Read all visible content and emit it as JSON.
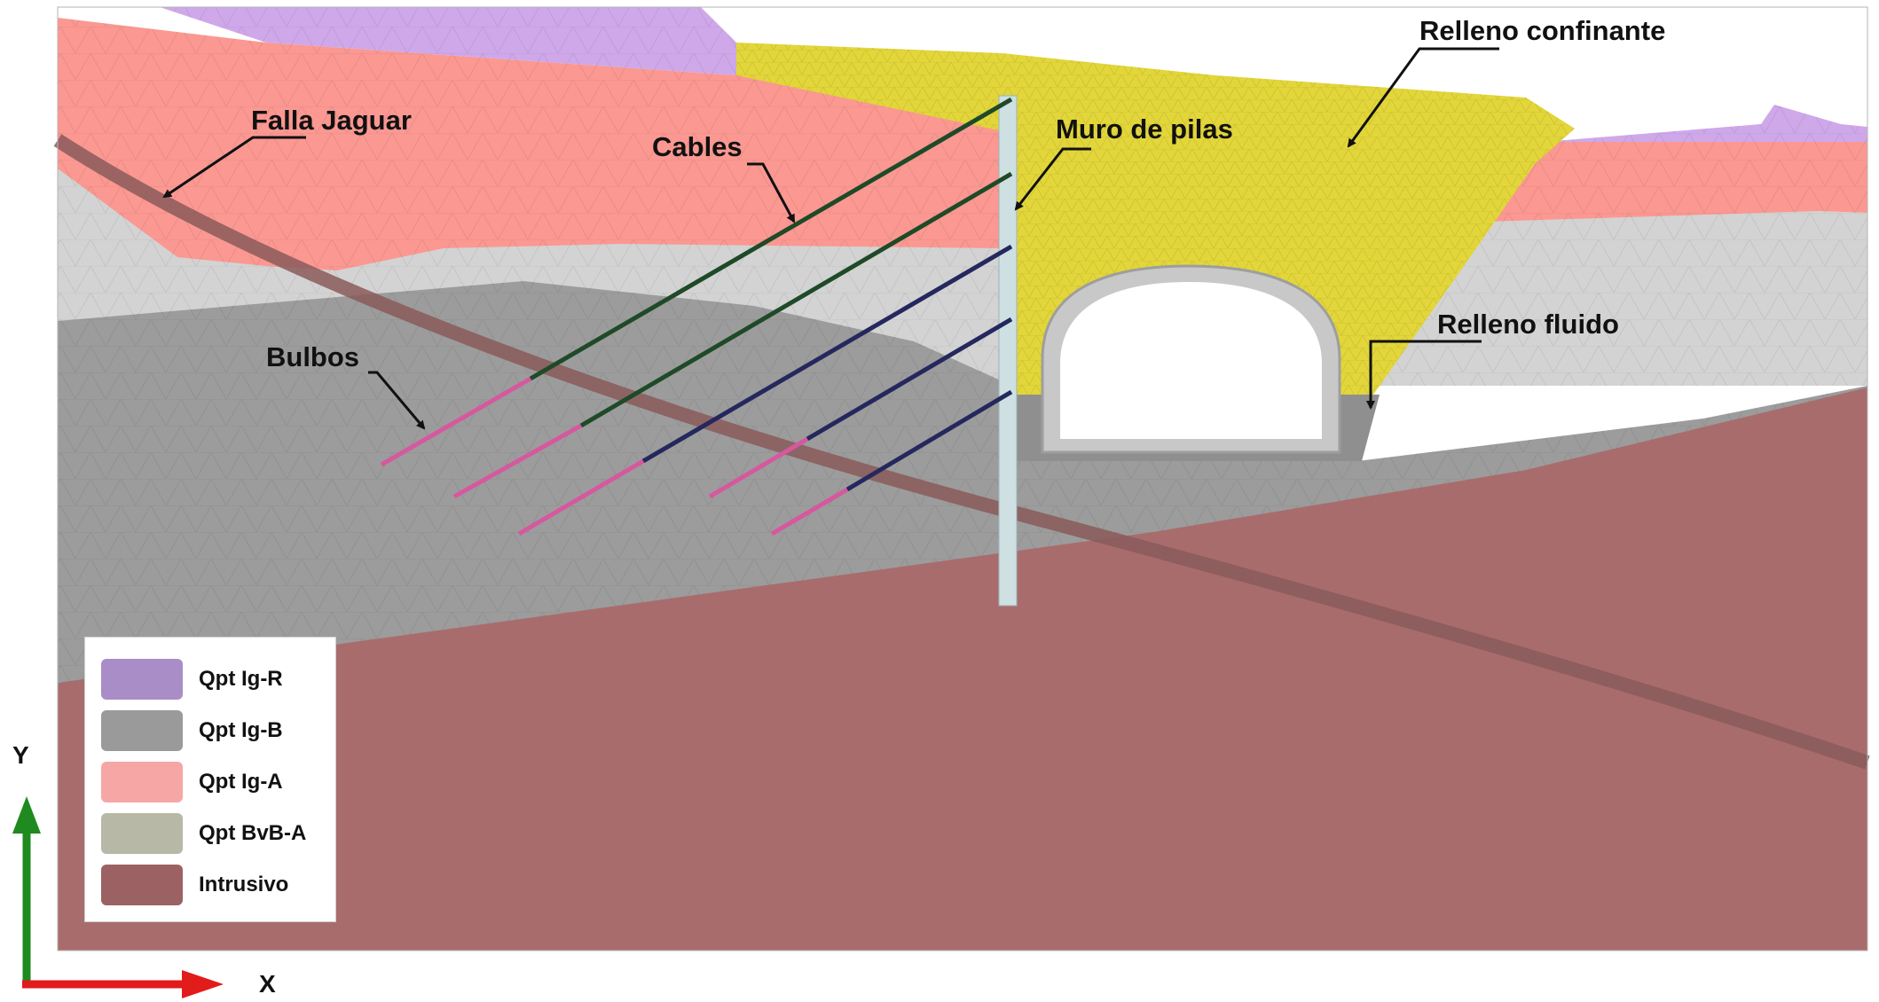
{
  "labels": {
    "falla": "Falla Jaguar",
    "cables": "Cables",
    "muro": "Muro de pilas",
    "relleno_confinante": "Relleno confinante",
    "relleno_fluido": "Relleno fluido",
    "bulbos": "Bulbos"
  },
  "legend": {
    "items": [
      {
        "label": "Qpt Ig-R",
        "color": "#a98dc6"
      },
      {
        "label": "Qpt Ig-B",
        "color": "#9a9a9a"
      },
      {
        "label": "Qpt Ig-A",
        "color": "#f7a6a6"
      },
      {
        "label": "Qpt BvB-A",
        "color": "#b8b8a6"
      },
      {
        "label": "Intrusivo",
        "color": "#9b6163"
      }
    ]
  },
  "axes": {
    "x_label": "X",
    "y_label": "Y"
  },
  "colors": {
    "purple": "#cfa8ea",
    "salmon": "#fb9891",
    "light_gray": "#d3d3d3",
    "mid_gray": "#9c9c9c",
    "intrusive": "#a96c6d",
    "fill_yellow": "#e2d63a",
    "cable_green": "#1e4a28",
    "cable_navy": "#25285e",
    "bulb_pink": "#d6589e",
    "wall": "#cfe0e2",
    "axis_green": "#1f8a1f",
    "axis_red": "#e21b1b"
  }
}
